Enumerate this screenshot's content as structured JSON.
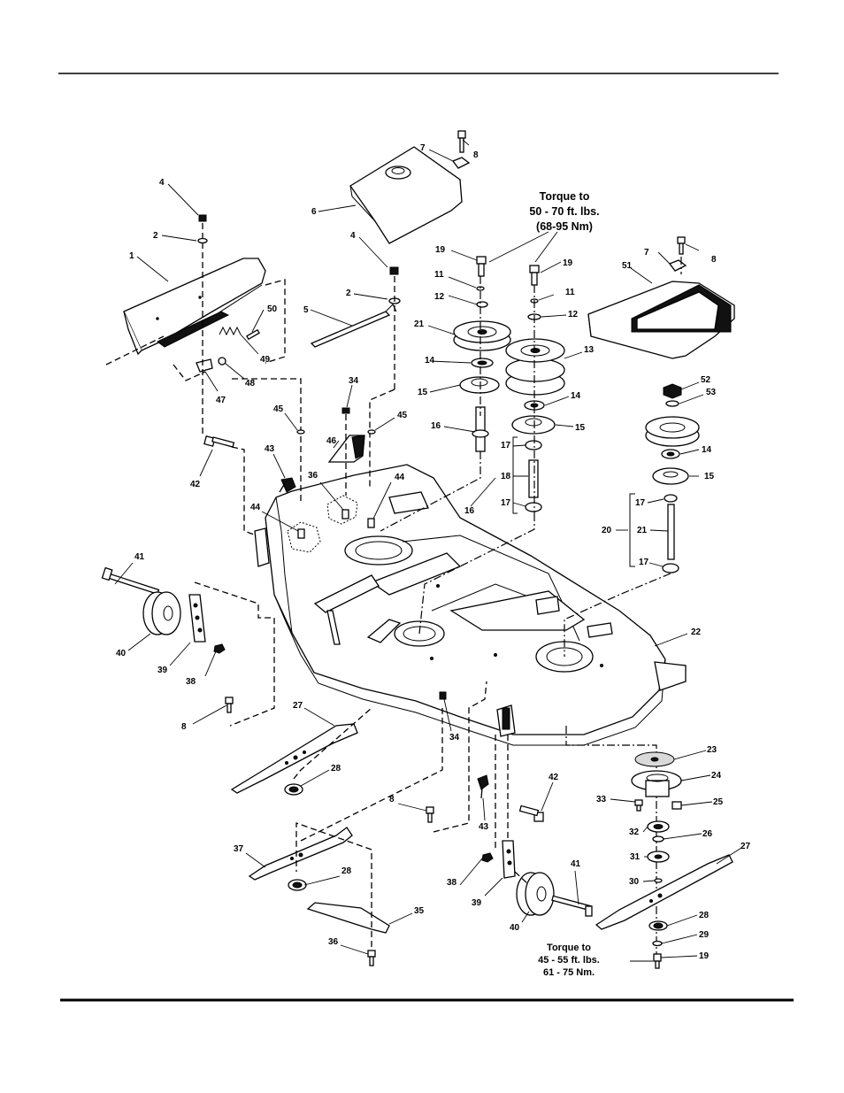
{
  "notes": {
    "torque_upper": [
      "Torque to",
      "50 - 70 ft. lbs.",
      "(68-95 Nm)"
    ],
    "torque_lower": [
      "Torque to",
      "45 - 55 ft. lbs.",
      "61 - 75 Nm."
    ]
  },
  "callouts": [
    {
      "id": "c4a",
      "text": "4"
    },
    {
      "id": "c2a",
      "text": "2"
    },
    {
      "id": "c1",
      "text": "1"
    },
    {
      "id": "c6",
      "text": "6"
    },
    {
      "id": "c7a",
      "text": "7"
    },
    {
      "id": "c8a",
      "text": "8"
    },
    {
      "id": "c4b",
      "text": "4"
    },
    {
      "id": "c2b",
      "text": "2"
    },
    {
      "id": "c5",
      "text": "5"
    },
    {
      "id": "c50",
      "text": "50"
    },
    {
      "id": "c49",
      "text": "49"
    },
    {
      "id": "c48",
      "text": "48"
    },
    {
      "id": "c47",
      "text": "47"
    },
    {
      "id": "c34a",
      "text": "34"
    },
    {
      "id": "c45a",
      "text": "45"
    },
    {
      "id": "c45b",
      "text": "45"
    },
    {
      "id": "c46",
      "text": "46"
    },
    {
      "id": "c42a",
      "text": "42"
    },
    {
      "id": "c43a",
      "text": "43"
    },
    {
      "id": "c36a",
      "text": "36"
    },
    {
      "id": "c44a",
      "text": "44"
    },
    {
      "id": "c44b",
      "text": "44"
    },
    {
      "id": "c19a",
      "text": "19"
    },
    {
      "id": "c19b",
      "text": "19"
    },
    {
      "id": "c11a",
      "text": "11"
    },
    {
      "id": "c11b",
      "text": "11"
    },
    {
      "id": "c12a",
      "text": "12"
    },
    {
      "id": "c12b",
      "text": "12"
    },
    {
      "id": "c21a",
      "text": "21"
    },
    {
      "id": "c13",
      "text": "13"
    },
    {
      "id": "c14a",
      "text": "14"
    },
    {
      "id": "c14b",
      "text": "14"
    },
    {
      "id": "c15a",
      "text": "15"
    },
    {
      "id": "c15b",
      "text": "15"
    },
    {
      "id": "c16a",
      "text": "16"
    },
    {
      "id": "c16b",
      "text": "16"
    },
    {
      "id": "c17a",
      "text": "17"
    },
    {
      "id": "c18",
      "text": "18"
    },
    {
      "id": "c17b",
      "text": "17"
    },
    {
      "id": "c7b",
      "text": "7"
    },
    {
      "id": "c8b",
      "text": "8"
    },
    {
      "id": "c51",
      "text": "51"
    },
    {
      "id": "c52",
      "text": "52"
    },
    {
      "id": "c53",
      "text": "53"
    },
    {
      "id": "c14c",
      "text": "14"
    },
    {
      "id": "c15c",
      "text": "15"
    },
    {
      "id": "c17c",
      "text": "17"
    },
    {
      "id": "c20",
      "text": "20"
    },
    {
      "id": "c21b",
      "text": "21"
    },
    {
      "id": "c17d",
      "text": "17"
    },
    {
      "id": "c22",
      "text": "22"
    },
    {
      "id": "c41a",
      "text": "41"
    },
    {
      "id": "c40a",
      "text": "40"
    },
    {
      "id": "c39a",
      "text": "39"
    },
    {
      "id": "c38a",
      "text": "38"
    },
    {
      "id": "c8c",
      "text": "8"
    },
    {
      "id": "c27a",
      "text": "27"
    },
    {
      "id": "c28a",
      "text": "28"
    },
    {
      "id": "c34b",
      "text": "34"
    },
    {
      "id": "c8d",
      "text": "8"
    },
    {
      "id": "c37",
      "text": "37"
    },
    {
      "id": "c28b",
      "text": "28"
    },
    {
      "id": "c35",
      "text": "35"
    },
    {
      "id": "c36b",
      "text": "36"
    },
    {
      "id": "c42b",
      "text": "42"
    },
    {
      "id": "c43b",
      "text": "43"
    },
    {
      "id": "c38b",
      "text": "38"
    },
    {
      "id": "c39b",
      "text": "39"
    },
    {
      "id": "c40b",
      "text": "40"
    },
    {
      "id": "c41b",
      "text": "41"
    },
    {
      "id": "c23",
      "text": "23"
    },
    {
      "id": "c24",
      "text": "24"
    },
    {
      "id": "c33",
      "text": "33"
    },
    {
      "id": "c25",
      "text": "25"
    },
    {
      "id": "c32",
      "text": "32"
    },
    {
      "id": "c26",
      "text": "26"
    },
    {
      "id": "c31",
      "text": "31"
    },
    {
      "id": "c27b",
      "text": "27"
    },
    {
      "id": "c30",
      "text": "30"
    },
    {
      "id": "c28c",
      "text": "28"
    },
    {
      "id": "c29",
      "text": "29"
    },
    {
      "id": "c19c",
      "text": "19"
    }
  ]
}
